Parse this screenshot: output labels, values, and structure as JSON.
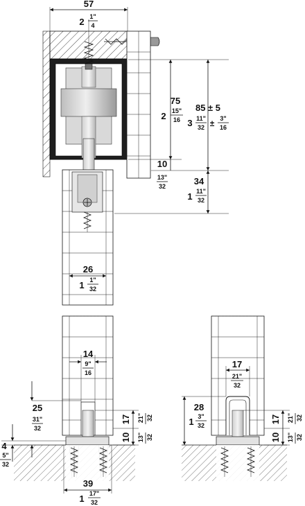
{
  "dimensions": {
    "top_width_mm": "57",
    "top_width_in_whole": "2",
    "top_width_in_num": "1\"",
    "top_width_in_den": "4",
    "height75_mm": "75",
    "height75_in_whole": "2",
    "height75_in_num": "15\"",
    "height75_in_den": "16",
    "height85_mm": "85 ± 5",
    "height85_in_whole": "3",
    "height85_in_num": "11\"",
    "height85_in_den": "32",
    "height85_tol_sep": "±",
    "height85_tol_num": "3\"",
    "height85_tol_den": "16",
    "gap10_mm": "10",
    "gap10_in_num": "13\"",
    "gap10_in_den": "32",
    "drop34_mm": "34",
    "drop34_in_whole": "1",
    "drop34_in_num": "11\"",
    "drop34_in_den": "32",
    "width26_mm": "26",
    "width26_in_whole": "1",
    "width26_in_num": "1\"",
    "width26_in_den": "32",
    "width14_mm": "14",
    "width14_in_num": "9\"",
    "width14_in_den": "16",
    "h25_mm": "25",
    "h25_in_num": "31\"",
    "h25_in_den": "32",
    "h4_mm": "4",
    "h4_in_num": "5\"",
    "h4_in_den": "32",
    "h17_mm": "17",
    "h17_in_num": "21\"",
    "h17_in_den": "32",
    "h10_mm": "10",
    "h10_in_num": "13\"",
    "h10_in_den": "32",
    "width39_mm": "39",
    "width39_in_whole": "1",
    "width39_in_num": "17\"",
    "width39_in_den": "32",
    "width17_mm": "17",
    "width17_in_num": "21\"",
    "width17_in_den": "32",
    "h28_mm": "28",
    "h28_in_whole": "1",
    "h28_in_num": "3\"",
    "h28_in_den": "32",
    "r_h17_mm": "17",
    "r_h17_in_num": "21\"",
    "r_h17_in_den": "32",
    "r_h10_mm": "10",
    "r_h10_in_num": "13\"",
    "r_h10_in_den": "32"
  }
}
